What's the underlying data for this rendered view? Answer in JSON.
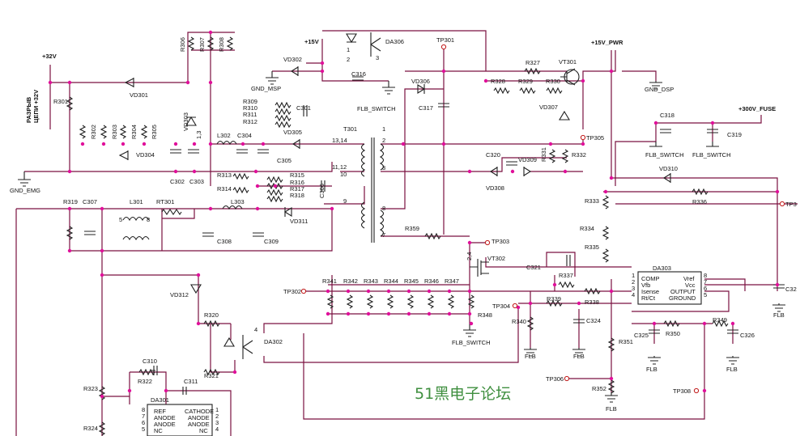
{
  "watermark": "51黑电子论坛",
  "rails": {
    "p32": "+32V",
    "p15": "+15V",
    "p15pwr": "+15V_PWR",
    "p300": "+300V_FUSE"
  },
  "grounds": {
    "msp": "GND_MSP",
    "dsp": "GND_DSP",
    "emg": "GND_EMG",
    "flb": "FLB",
    "flbsw": "FLB_SWITCH"
  },
  "side_label": [
    "РАЗРЫВ",
    "ЦЕПИ +32V"
  ],
  "ics": {
    "da306": "DA306",
    "da302": "DA302",
    "da303": "DA303",
    "da301": "DA301",
    "da303_pins_left": [
      "COMP",
      "Vfb",
      "Isense",
      "Rt/Ct"
    ],
    "da303_pins_right": [
      "Vref",
      "Vcc",
      "OUTPUT",
      "GROUND"
    ],
    "da303_left_nums": [
      "1",
      "2",
      "3",
      "4"
    ],
    "da303_right_nums": [
      "8",
      "7",
      "6",
      "5"
    ],
    "da301_pins_left": [
      "REF",
      "ANODE",
      "ANODE",
      "NC"
    ],
    "da301_pins_right": [
      "CATHODE",
      "ANODE",
      "ANODE",
      "NC"
    ],
    "da301_left_nums": [
      "8",
      "7",
      "6",
      "5"
    ],
    "da301_right_nums": [
      "1",
      "2",
      "3",
      "4"
    ]
  },
  "transistors": {
    "vt301": "VT301",
    "vt302": "VT302"
  },
  "transformer": {
    "name": "T301",
    "pins": [
      "13,14",
      "2",
      "11,12",
      "10",
      "9",
      "3",
      "8",
      "7",
      "1"
    ]
  },
  "test_points": [
    "TP301",
    "TP302",
    "TP303",
    "TP304",
    "TP305",
    "TP306",
    "TP308",
    "TP3"
  ],
  "resistors": [
    "R306",
    "R307",
    "R308",
    "R301",
    "R302",
    "R303",
    "R304",
    "R305",
    "R309",
    "R310",
    "R311",
    "R312",
    "R313",
    "R314",
    "R315",
    "R316",
    "R317",
    "R318",
    "R319",
    "R327",
    "R328",
    "R329",
    "R330",
    "R331",
    "R332",
    "R333",
    "R334",
    "R335",
    "R336",
    "R337",
    "R338",
    "R339",
    "R340",
    "R341",
    "R342",
    "R343",
    "R344",
    "R345",
    "R346",
    "R347",
    "R348",
    "R349",
    "R350",
    "R351",
    "R352",
    "R359",
    "R320",
    "R321",
    "R322",
    "R323",
    "R324",
    "RT301"
  ],
  "capacitors": [
    "C301",
    "C302",
    "C303",
    "C304",
    "C305",
    "C306",
    "C307",
    "C308",
    "C309",
    "C310",
    "C311",
    "C316",
    "C317",
    "C318",
    "C319",
    "C320",
    "C321",
    "C324",
    "C325",
    "C326",
    "C32"
  ],
  "diodes": [
    "VD301",
    "VD302",
    "VD303",
    "VD304",
    "VD305",
    "VD306",
    "VD307",
    "VD308",
    "VD309",
    "VD310",
    "VD311",
    "VD312"
  ],
  "inductors": [
    "L301",
    "L302",
    "L303"
  ],
  "pin_marks": [
    "1",
    "2",
    "3",
    "4",
    "5",
    "8",
    "2,4",
    "1,3"
  ]
}
